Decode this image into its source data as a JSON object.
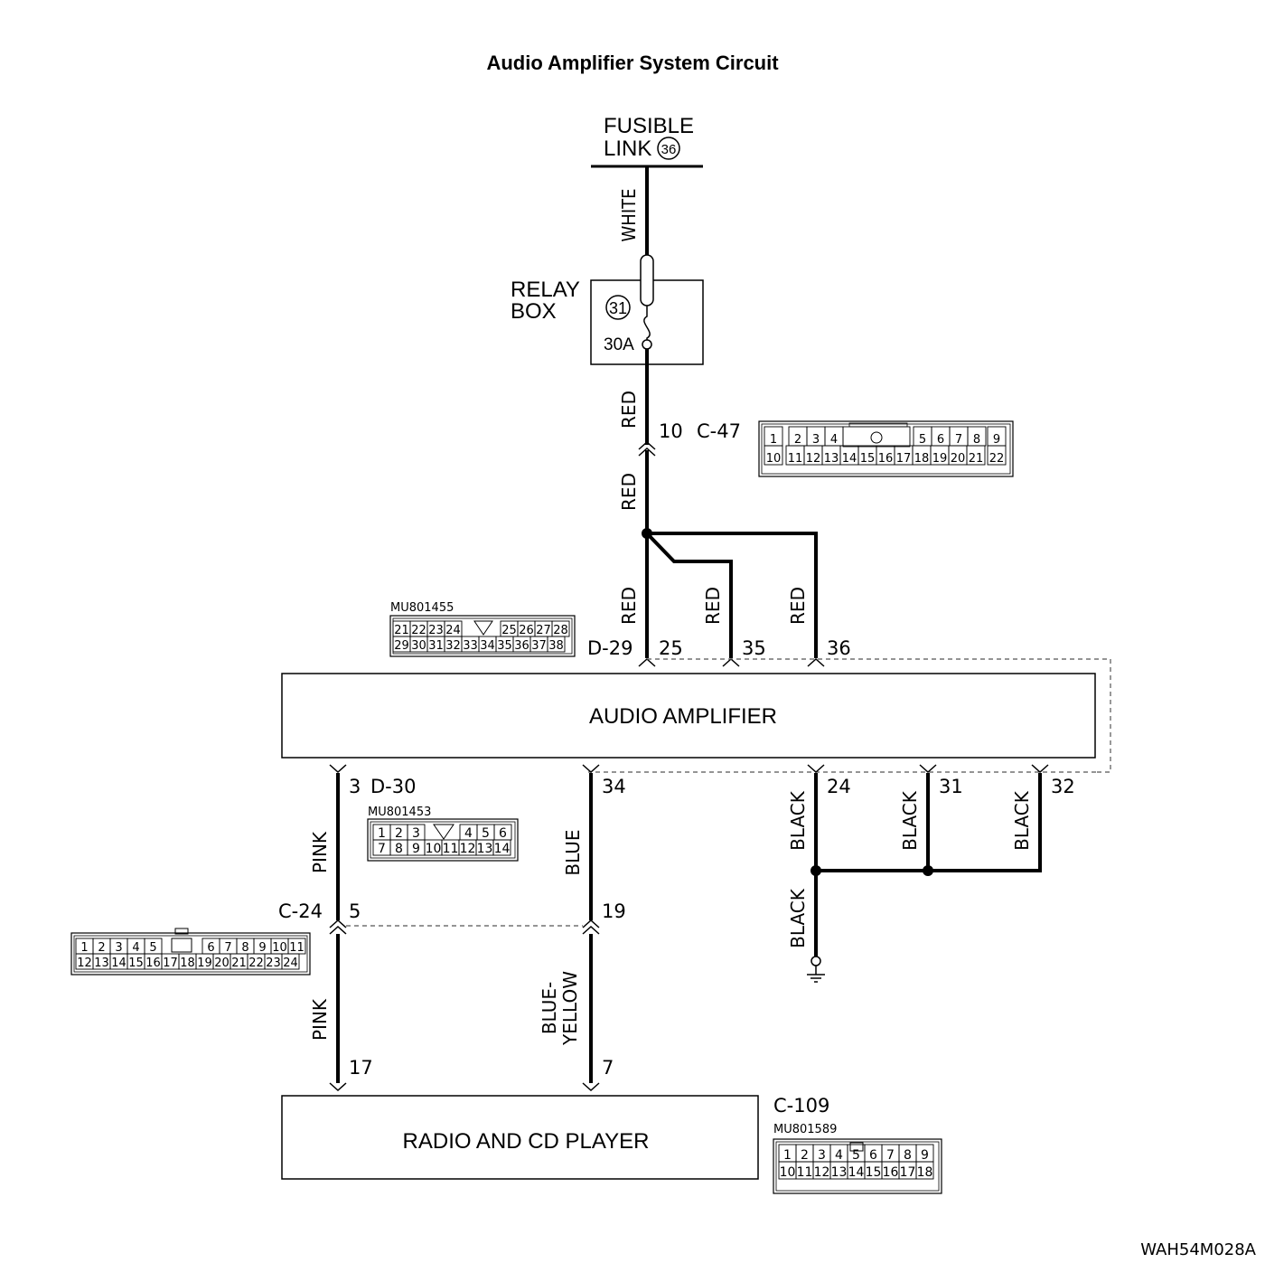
{
  "title": "Audio Amplifier System Circuit",
  "fusible_link": {
    "line1": "FUSIBLE",
    "line2": "LINK",
    "number": "36"
  },
  "relay_box": {
    "line1": "RELAY",
    "line2": "BOX",
    "fuse_number": "31",
    "fuse_rating": "30A"
  },
  "wire_colors": {
    "white": "WHITE",
    "red": "RED",
    "pink": "PINK",
    "blue": "BLUE",
    "blue_yellow_1": "BLUE-",
    "blue_yellow_2": "YELLOW",
    "black": "BLACK"
  },
  "connectors": {
    "c47": {
      "name": "C-47",
      "pin": "10",
      "top": [
        "1",
        "2",
        "3",
        "4",
        "5",
        "6",
        "7",
        "8",
        "9"
      ],
      "bottom": [
        "10",
        "11",
        "12",
        "13",
        "14",
        "15",
        "16",
        "17",
        "18",
        "19",
        "20",
        "21",
        "22"
      ]
    },
    "d29": {
      "name": "D-29",
      "part": "MU801455",
      "pins": [
        "25",
        "35",
        "36"
      ],
      "top": [
        "21",
        "22",
        "23",
        "24",
        "25",
        "26",
        "27",
        "28"
      ],
      "bottom": [
        "29",
        "30",
        "31",
        "32",
        "33",
        "34",
        "35",
        "36",
        "37",
        "38"
      ]
    },
    "d30": {
      "name": "D-30",
      "part": "MU801453",
      "pins": [
        "3",
        "34",
        "24",
        "31",
        "32"
      ],
      "top": [
        "1",
        "2",
        "3",
        "4",
        "5",
        "6"
      ],
      "bottom": [
        "7",
        "8",
        "9",
        "10",
        "11",
        "12",
        "13",
        "14"
      ]
    },
    "c24": {
      "name": "C-24",
      "pins": [
        "5",
        "19"
      ],
      "top": [
        "1",
        "2",
        "3",
        "4",
        "5",
        "6",
        "7",
        "8",
        "9",
        "10",
        "11"
      ],
      "bottom": [
        "12",
        "13",
        "14",
        "15",
        "16",
        "17",
        "18",
        "19",
        "20",
        "21",
        "22",
        "23",
        "24"
      ]
    },
    "c109": {
      "name": "C-109",
      "part": "MU801589",
      "pins": [
        "17",
        "7"
      ],
      "top": [
        "1",
        "2",
        "3",
        "4",
        "5",
        "6",
        "7",
        "8",
        "9"
      ],
      "bottom": [
        "10",
        "11",
        "12",
        "13",
        "14",
        "15",
        "16",
        "17",
        "18"
      ]
    }
  },
  "components": {
    "amplifier": "AUDIO AMPLIFIER",
    "radio": "RADIO AND CD PLAYER"
  },
  "figure_code": "WAH54M028A"
}
